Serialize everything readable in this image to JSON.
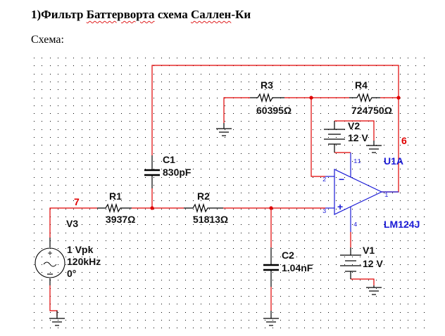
{
  "document": {
    "title_prefix": "1)Фильтр ",
    "title_word_1": "Баттерворта",
    "title_mid": " схема ",
    "title_word_2": "Саллен",
    "title_suffix": "-Ки",
    "section_label": "Схема:"
  },
  "schematic": {
    "colors": {
      "wire": "#e00000",
      "component": "#000000",
      "opamp": "#1a1ad6",
      "net_label": "#e00000",
      "grid_dot": "#000000"
    },
    "components": {
      "R1": {
        "ref": "R1",
        "value": "3937Ω"
      },
      "R2": {
        "ref": "R2",
        "value": "51813Ω"
      },
      "R3": {
        "ref": "R3",
        "value": "60395Ω"
      },
      "R4": {
        "ref": "R4",
        "value": "724750Ω"
      },
      "C1": {
        "ref": "C1",
        "value": "830pF"
      },
      "C2": {
        "ref": "C2",
        "value": "1.04nF"
      },
      "V1": {
        "ref": "V1",
        "value": "12 V"
      },
      "V2": {
        "ref": "V2",
        "value": "12 V"
      },
      "V3": {
        "ref": "V3",
        "amplitude": "1 Vpk",
        "frequency": "120kHz",
        "phase": "0°"
      },
      "U1A": {
        "ref": "U1A",
        "part": "LM124J",
        "pin_inv": "2",
        "pin_noninv": "3",
        "pin_out": "1",
        "pin_vplus": "11",
        "pin_vminus": "4",
        "plus_sign": "+",
        "minus_sign": "−"
      }
    },
    "nets": {
      "input_net": "7",
      "output_net": "6"
    }
  }
}
